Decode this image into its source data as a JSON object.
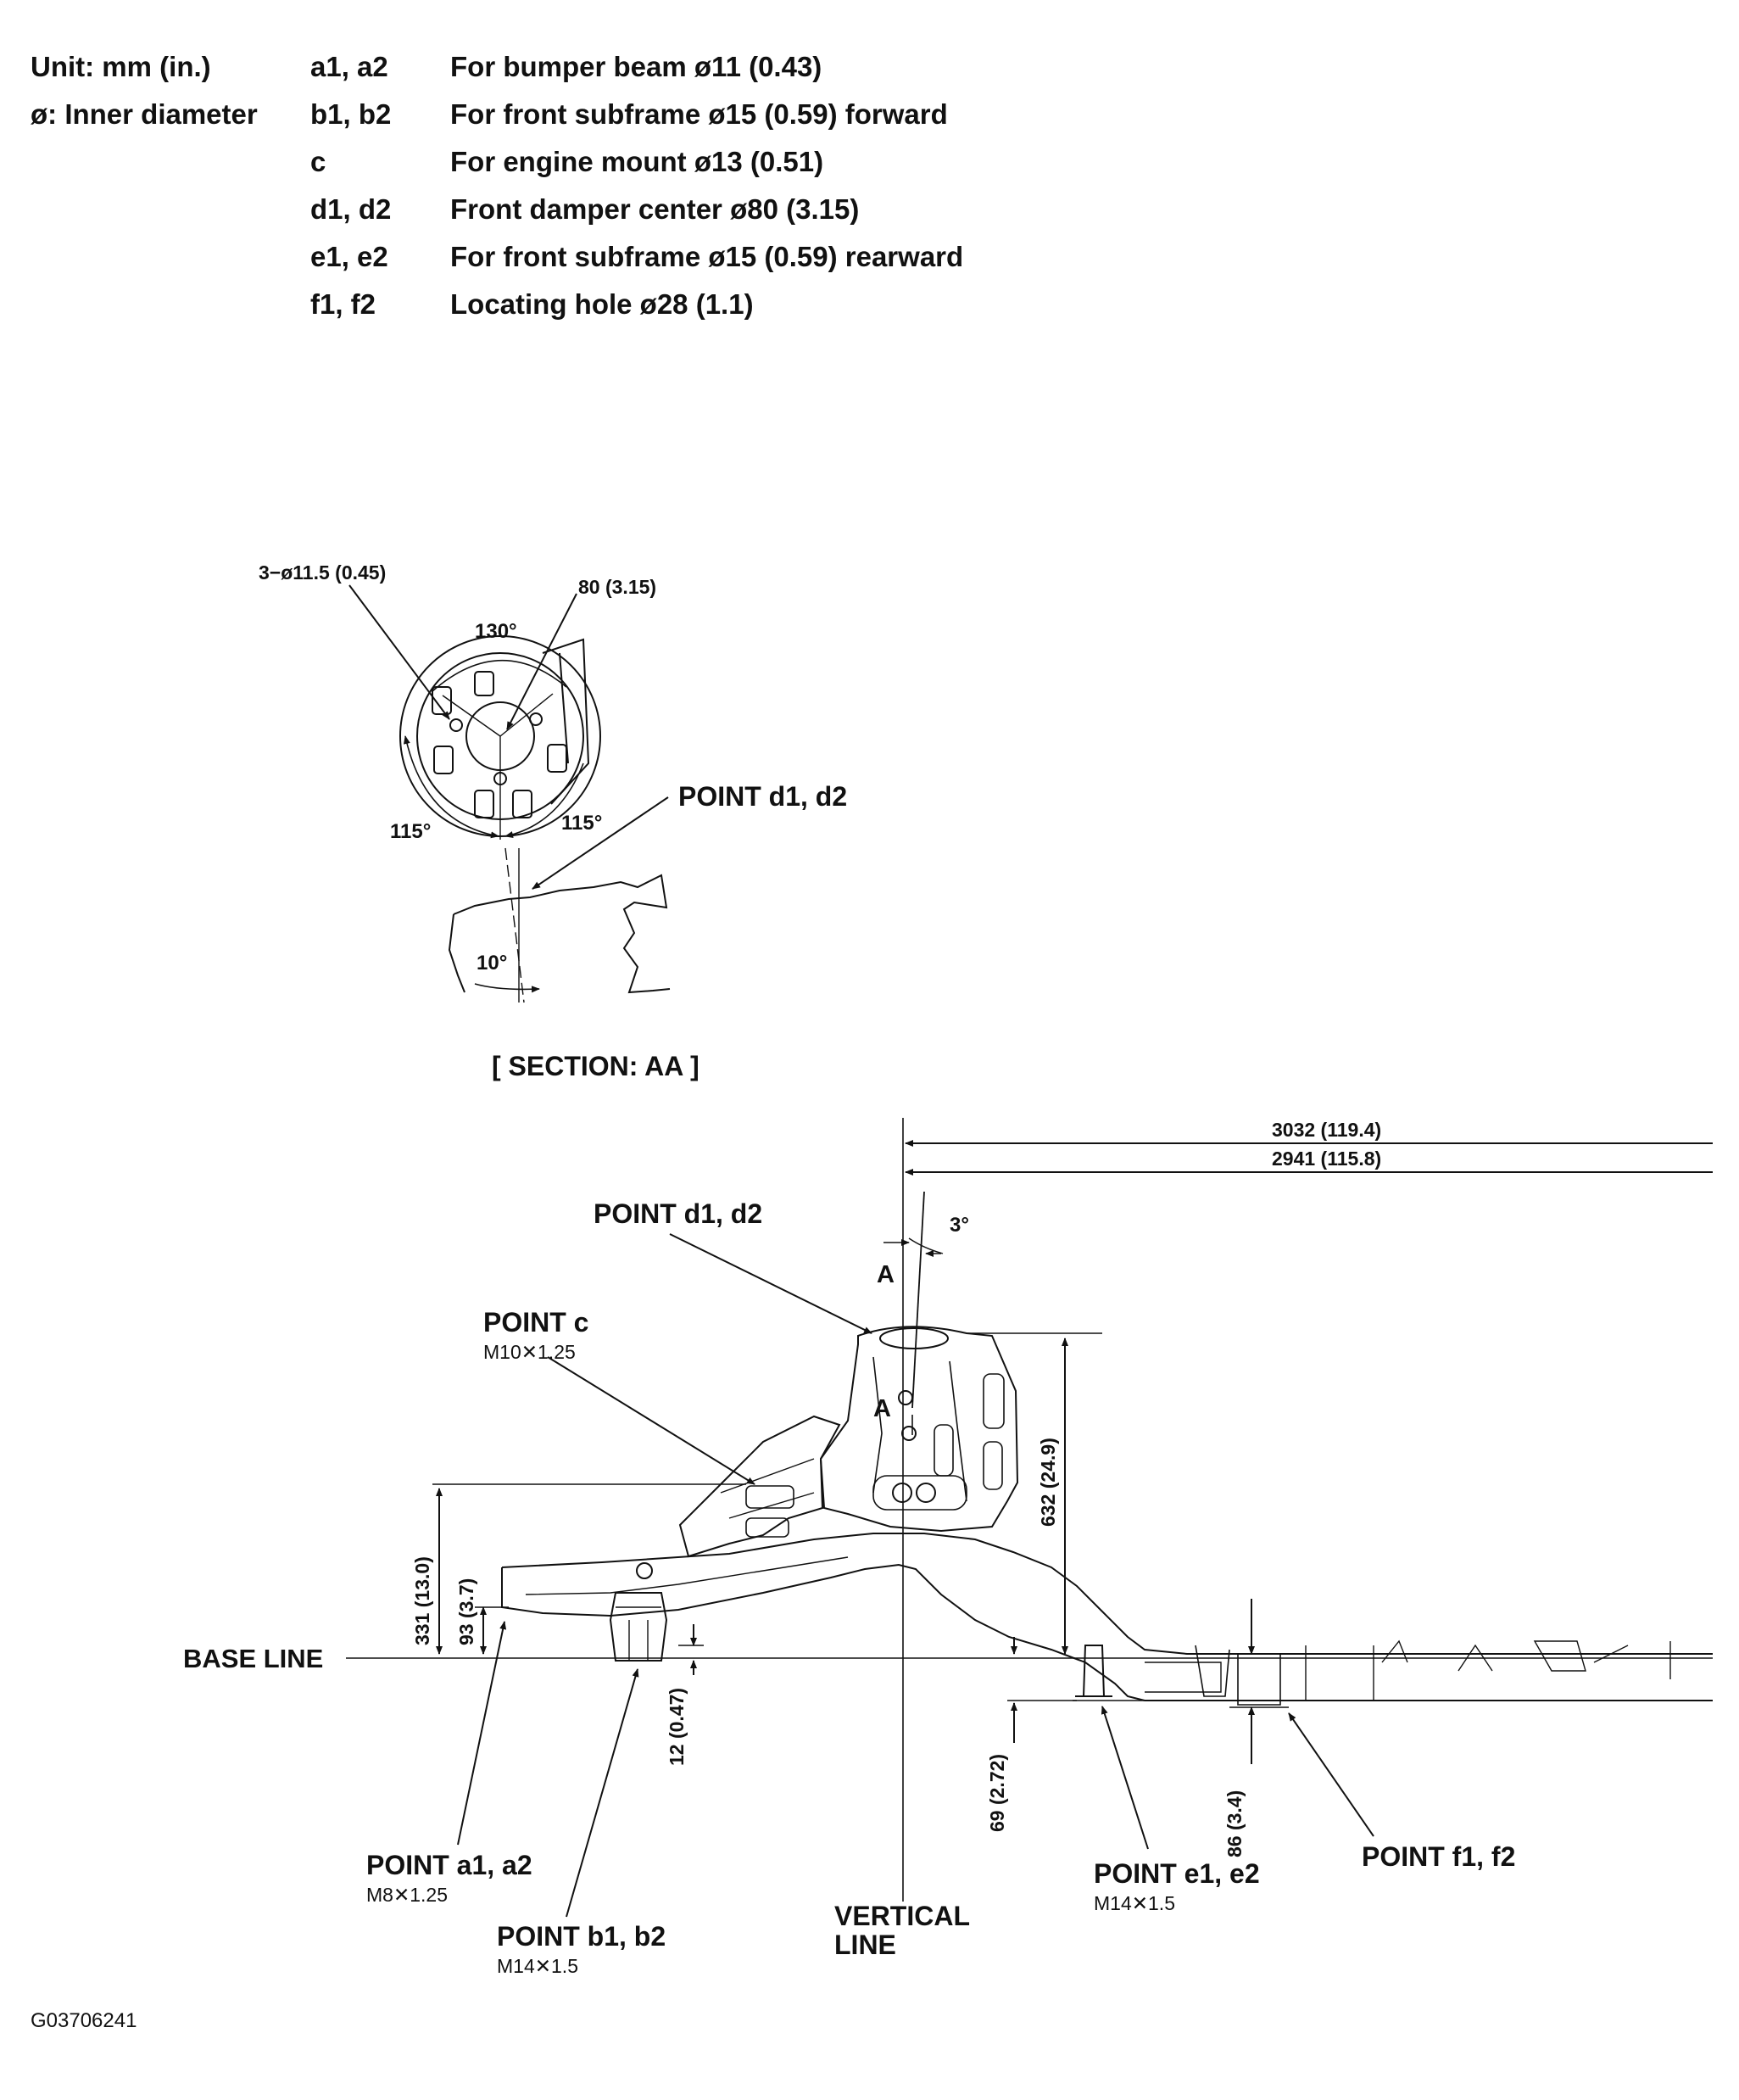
{
  "legend": {
    "unit": "Unit: mm (in.)",
    "diameter_note": "ø: Inner diameter",
    "rows": [
      {
        "code": "a1, a2",
        "desc": "For bumper beam ø11 (0.43)"
      },
      {
        "code": "b1, b2",
        "desc": "For front subframe ø15 (0.59) forward"
      },
      {
        "code": "c",
        "desc": "For engine mount ø13 (0.51)"
      },
      {
        "code": "d1, d2",
        "desc": "Front damper center ø80 (3.15)"
      },
      {
        "code": "e1, e2",
        "desc": "For front subframe ø15 (0.59) rearward"
      },
      {
        "code": "f1, f2",
        "desc": "Locating hole ø28 (1.1)"
      }
    ]
  },
  "section_detail": {
    "holes_label": "3−ø11.5 (0.45)",
    "diameter_label": "80 (3.15)",
    "angle_top": "130°",
    "angle_left": "115°",
    "angle_right": "115°",
    "angle_tilt": "10°",
    "point_label": "POINT d1, d2",
    "caption": "[ SECTION: AA ]"
  },
  "side_view": {
    "dim_top_1": "3032 (119.4)",
    "dim_top_2": "2941 (115.8)",
    "angle_3": "3°",
    "section_mark": "A",
    "point_d": "POINT d1, d2",
    "point_c": "POINT c",
    "point_c_thread": "M10✕1.25",
    "dim_632": "632 (24.9)",
    "dim_331": "331 (13.0)",
    "dim_93": "93 (3.7)",
    "dim_12": "12 (0.47)",
    "dim_69": "69 (2.72)",
    "dim_86": "86 (3.4)",
    "base_line": "BASE LINE",
    "point_a": "POINT a1, a2",
    "point_a_thread": "M8✕1.25",
    "point_b": "POINT b1, b2",
    "point_b_thread": "M14✕1.5",
    "vertical_line_1": "VERTICAL",
    "vertical_line_2": "LINE",
    "point_e": "POINT e1, e2",
    "point_e_thread": "M14✕1.5",
    "point_f": "POINT f1, f2"
  },
  "figure_id": "G03706241"
}
